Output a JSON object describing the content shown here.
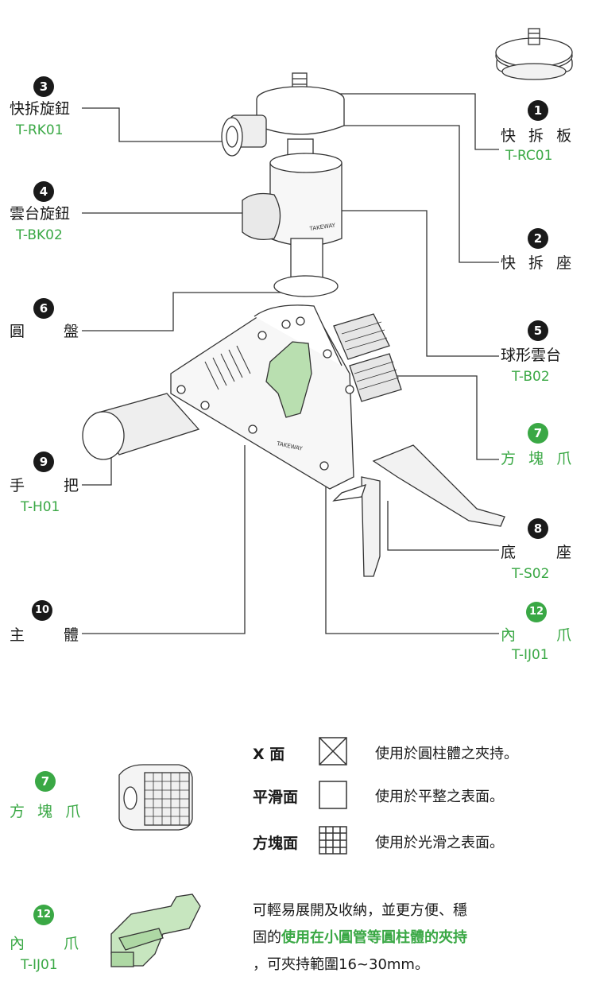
{
  "parts": [
    {
      "num": "1",
      "name": "快 拆 板",
      "code": "T-RC01",
      "color": "dark"
    },
    {
      "num": "2",
      "name": "快 拆 座",
      "code": "",
      "color": "dark"
    },
    {
      "num": "3",
      "name": "快拆旋鈕",
      "code": "T-RK01",
      "color": "dark"
    },
    {
      "num": "4",
      "name": "雲台旋鈕",
      "code": "T-BK02",
      "color": "dark"
    },
    {
      "num": "5",
      "name": "球形雲台",
      "code": "T-B02",
      "color": "dark"
    },
    {
      "num": "6",
      "name_left": "圓",
      "name_right": "盤",
      "code": "",
      "color": "dark"
    },
    {
      "num": "7",
      "name": "方 塊 爪",
      "code": "",
      "color": "green"
    },
    {
      "num": "8",
      "name_left": "底",
      "name_right": "座",
      "code": "T-S02",
      "color": "dark"
    },
    {
      "num": "9",
      "name_left": "手",
      "name_right": "把",
      "code": "T-H01",
      "color": "dark"
    },
    {
      "num": "10",
      "name_left": "主",
      "name_right": "體",
      "code": "",
      "color": "dark"
    },
    {
      "num": "12",
      "name_left": "內",
      "name_right": "爪",
      "code": "T-IJ01",
      "color": "green"
    }
  ],
  "brand": "TAKEWAY",
  "faces": [
    {
      "label": "X 面",
      "desc": "使用於圓柱體之夾持。",
      "icon": "x-face-icon"
    },
    {
      "label": "平滑面",
      "desc": "使用於平整之表面。",
      "icon": "flat-face-icon"
    },
    {
      "label": "方塊面",
      "desc": "使用於光滑之表面。",
      "icon": "grid-face-icon"
    }
  ],
  "bottom": {
    "jaw7": {
      "num": "7",
      "name": "方 塊 爪"
    },
    "jaw12": {
      "num": "12",
      "name_left": "內",
      "name_right": "爪",
      "code": "T-IJ01"
    },
    "note_line1": "可輕易展開及收納，並更方便、穩",
    "note_line2_plain": "固的",
    "note_line2_highlight": "使用在小圓管等圓柱體的夾持",
    "note_line3": "，可夾持範圍16~30mm。"
  },
  "colors": {
    "accent": "#3aa845",
    "ink": "#1a1a1a",
    "line": "#333333"
  }
}
